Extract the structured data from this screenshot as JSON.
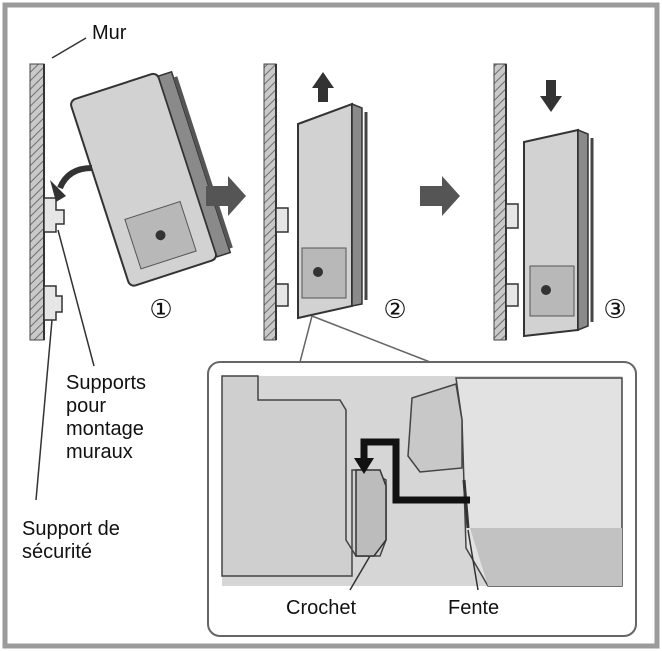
{
  "labels": {
    "wall": "Mur",
    "wall_brackets": "Supports\npour\nmontage\nmuraux",
    "safety_bracket": "Support de\nsécurité",
    "hook": "Crochet",
    "slot": "Fente"
  },
  "steps": [
    "①",
    "②",
    "③"
  ],
  "colors": {
    "device_face": "#d2d2d2",
    "device_side": "#8a8a8a",
    "wall_fill": "#9a9a9a",
    "arrow": "#555555",
    "frame_border": "#9b9b9b",
    "detail_bg": "#d6d6d6"
  }
}
